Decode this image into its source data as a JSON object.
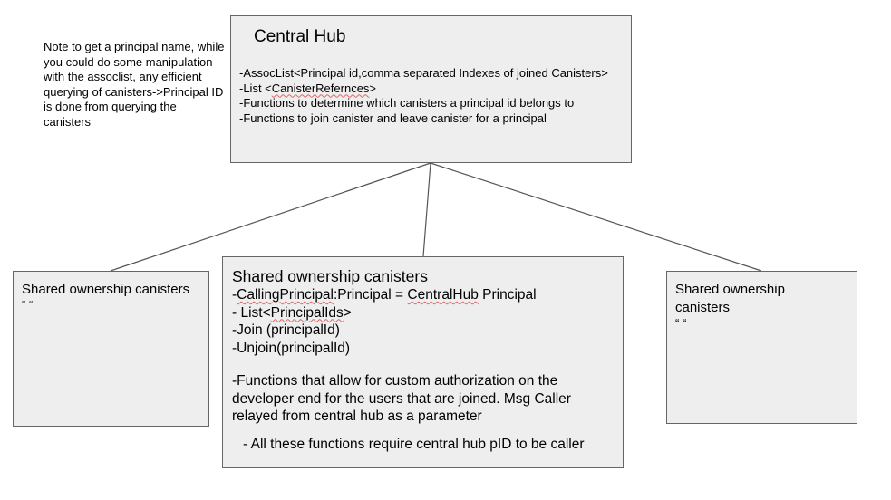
{
  "note": {
    "text": "Note to get a principal name, while you could do some manipulation with the assoclist, any efficient querying of canisters->Principal ID is done from querying the canisters"
  },
  "hub": {
    "title": "Central Hub",
    "line_assoc": "-AssocList<Principal id,comma separated Indexes of joined Canisters>",
    "line_list_prefix": "-List <",
    "line_list_word": "CanisterRefernces",
    "line_list_suffix": ">",
    "line_functions_membership": "-Functions to determine which canisters a principal id belongs to",
    "line_functions_join": "-Functions to join canister and leave canister for a principal"
  },
  "left_box": {
    "title": "Shared ownership canisters",
    "ditto": "“ “"
  },
  "right_box": {
    "title": "Shared ownership canisters",
    "ditto": "“ “"
  },
  "center_box": {
    "title": "Shared ownership canisters",
    "caller_prefix": " -",
    "caller_word": "CallingPrincipal",
    "caller_middle": ":Principal = ",
    "caller_hub_word": "CentralHub",
    "caller_suffix": " Principal",
    "list_prefix": "- List<",
    "list_word": "PrincipalIds",
    "list_suffix": ">",
    "join": "-Join (principalId)",
    "unjoin": "-Unjoin(principalId)",
    "description": "-Functions that allow for custom authorization on the developer end for the users that are joined. Msg Caller relayed from central hub as a parameter",
    "callout": "- All these functions require central hub pID to be caller"
  },
  "colors": {
    "box_fill": "#eeeeee",
    "box_border": "#666666",
    "connector": "#555555",
    "spellcheck_underline": "#e06666"
  }
}
